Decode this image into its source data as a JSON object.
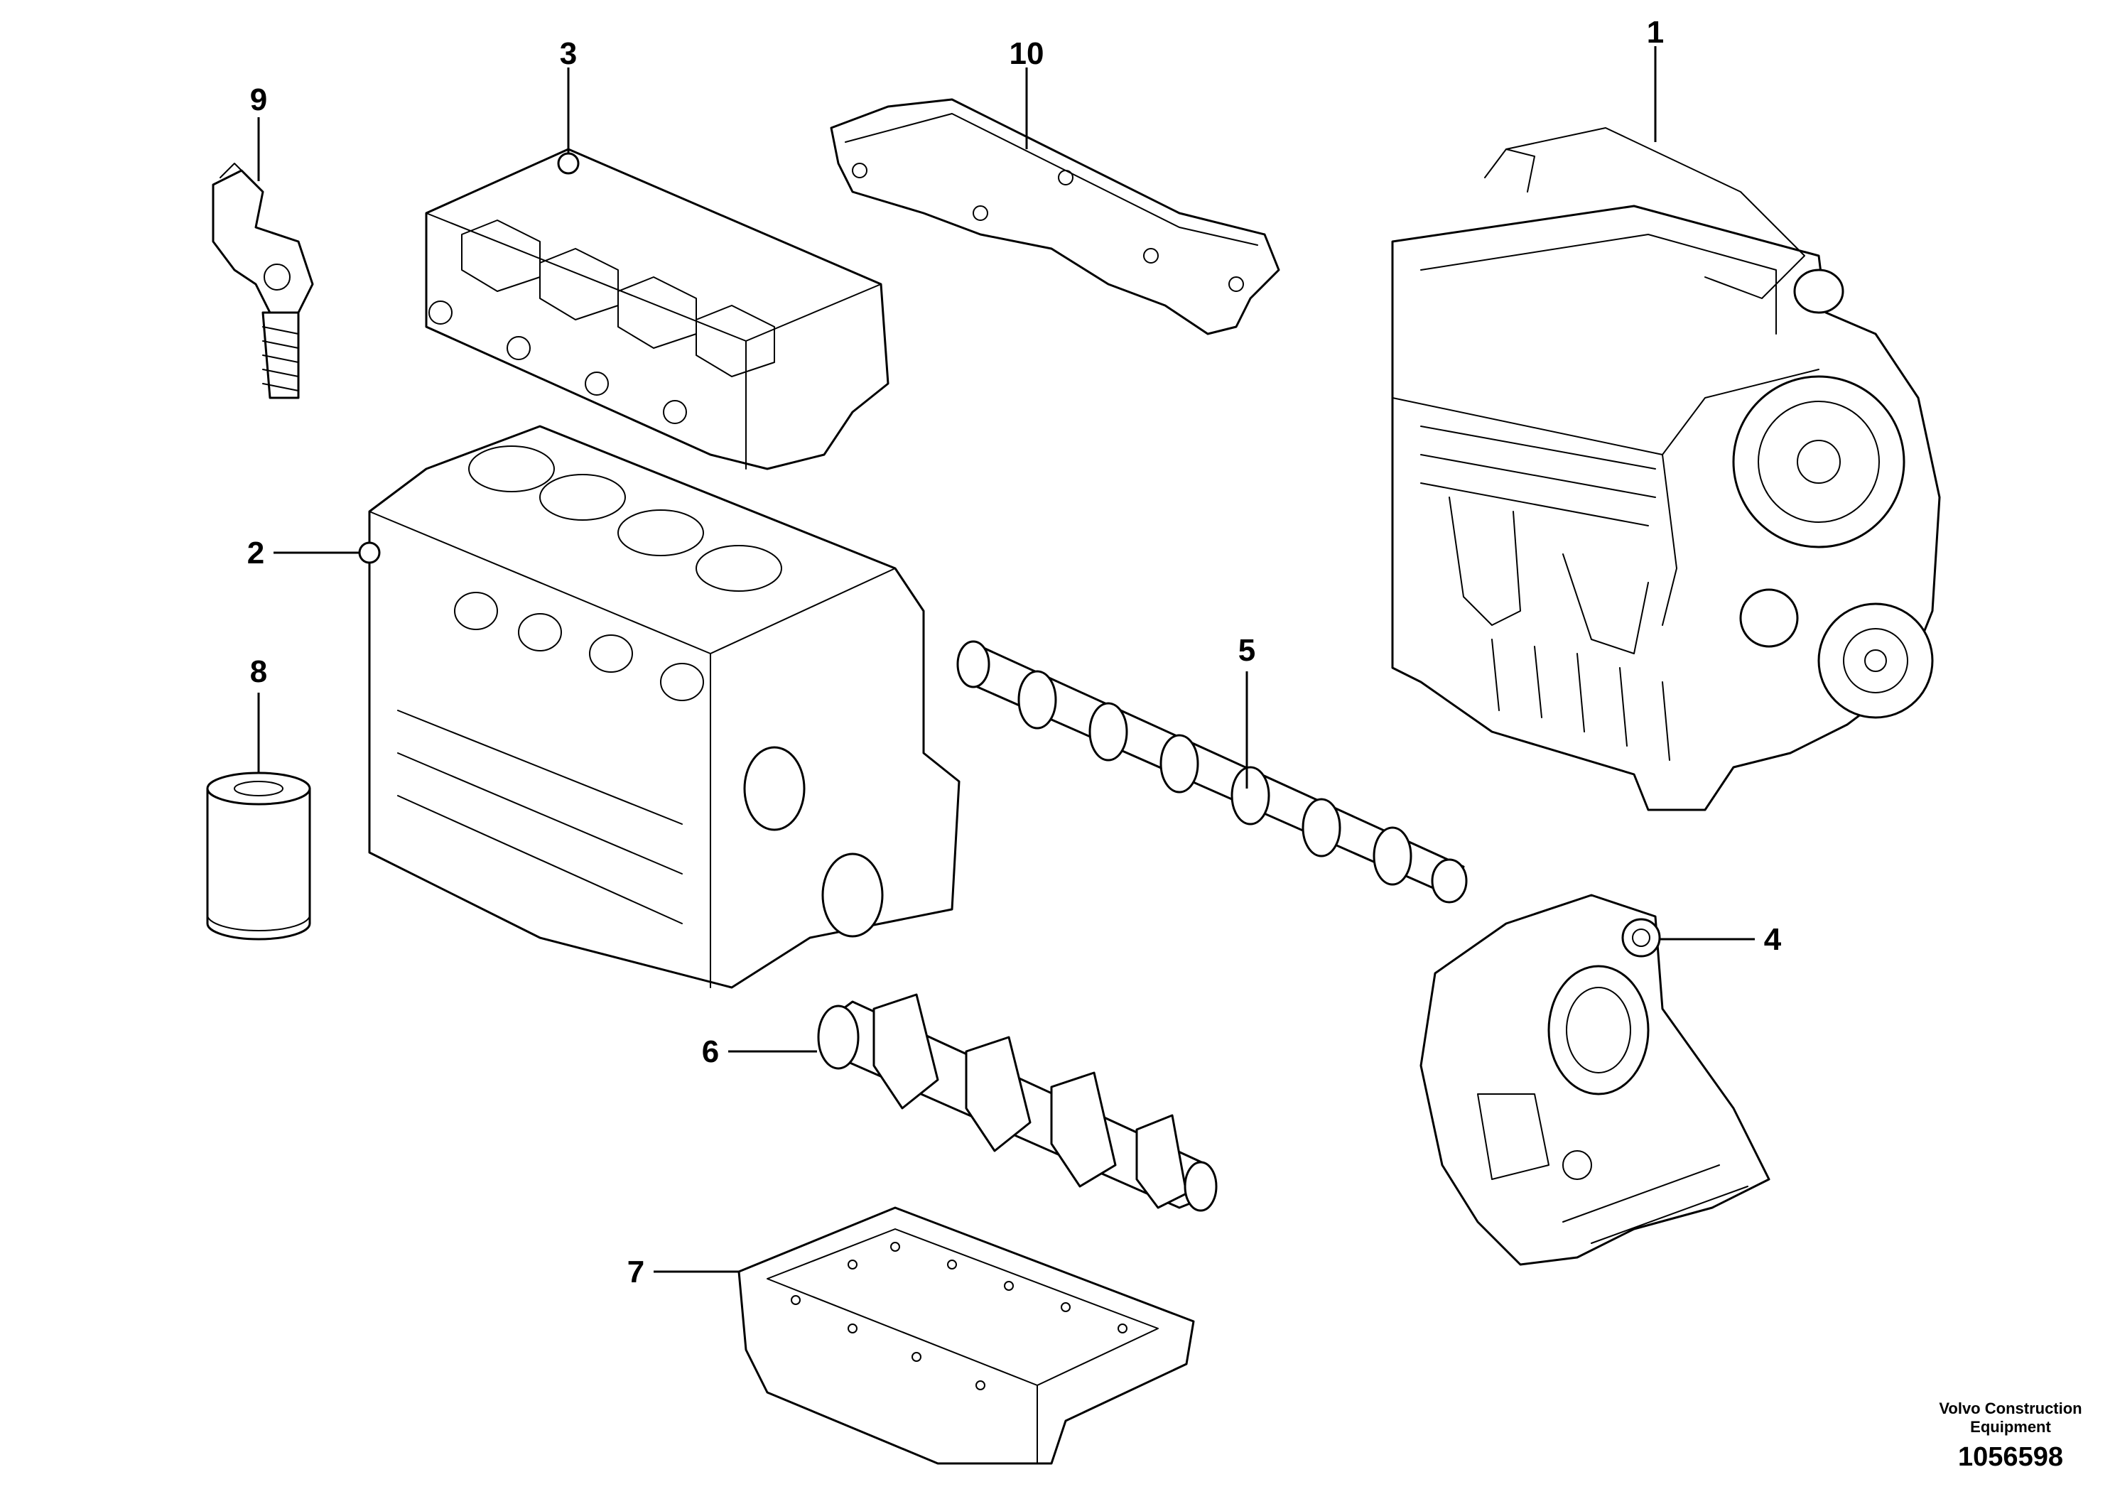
{
  "callouts": {
    "c1": "1",
    "c2": "2",
    "c3": "3",
    "c4": "4",
    "c5": "5",
    "c6": "6",
    "c7": "7",
    "c8": "8",
    "c9": "9",
    "c10": "10"
  },
  "footer": {
    "brand_line1": "Volvo Construction",
    "brand_line2": "Equipment",
    "document_number": "1056598"
  }
}
